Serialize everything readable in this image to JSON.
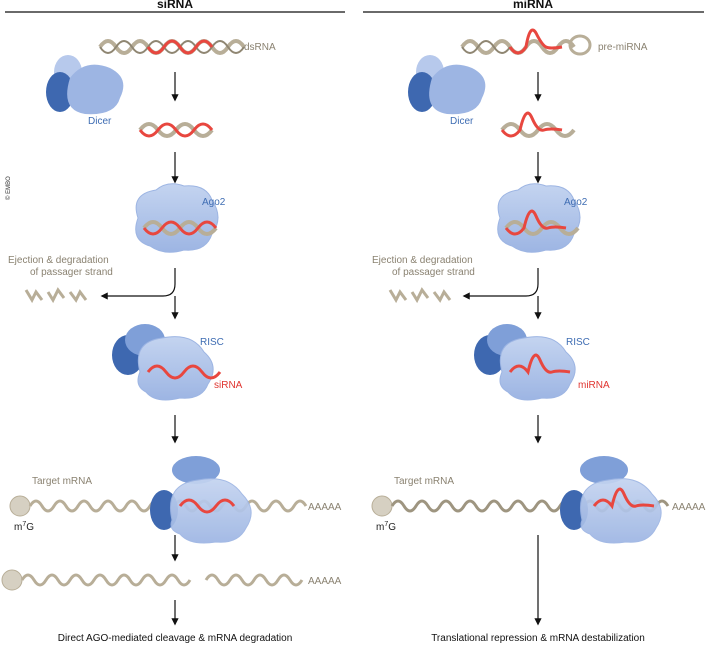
{
  "columns": {
    "left": {
      "title": "siRNA"
    },
    "right": {
      "title": "miRNA"
    }
  },
  "labels": {
    "ds_rna": "dsRNA",
    "pre_mirna": "pre-miRNA",
    "dicer": "Dicer",
    "ago2": "Ago2",
    "ejection_line1": "Ejection & degradation",
    "ejection_line2": "of  passager strand",
    "risc": "RISC",
    "sirna": "siRNA",
    "mirna": "miRNA",
    "target_mrna": "Target mRNA",
    "cap_m": "m",
    "cap_sup": "7",
    "cap_g": "G",
    "poly_a": "AAAAA",
    "copyright": "© EMBO"
  },
  "outcomes": {
    "left": "Direct AGO-mediated cleavage & mRNA degradation",
    "right": "Translational repression & mRNA destabilization"
  },
  "colors": {
    "protein_light": "#a9c0e8",
    "protein_mid": "#7f9fd8",
    "protein_dark": "#3e68b0",
    "rna_grey": "#b8ae98",
    "rna_red": "#e8473f"
  }
}
